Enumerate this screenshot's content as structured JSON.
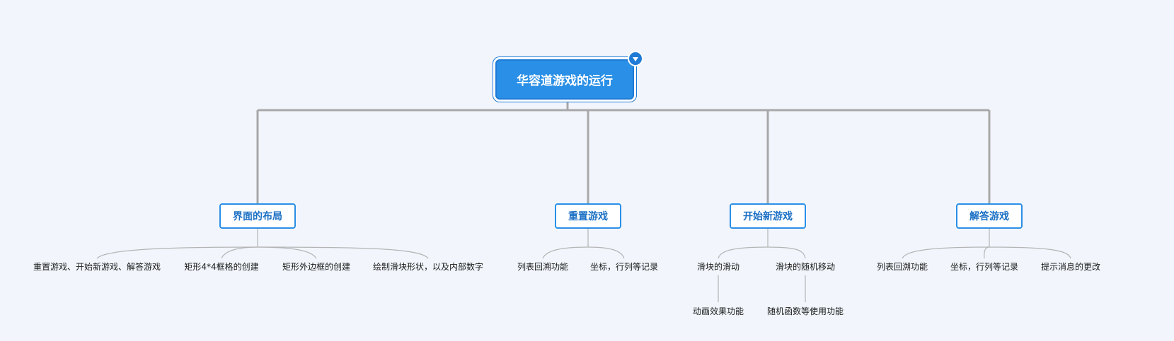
{
  "root": {
    "label": "华容道游戏的运行"
  },
  "branches": [
    {
      "label": "界面的布局",
      "children": [
        {
          "label": "重置游戏、开始新游戏、解答游戏"
        },
        {
          "label": "矩形4*4框格的创建"
        },
        {
          "label": "矩形外边框的创建"
        },
        {
          "label": "绘制滑块形状，以及内部数字"
        }
      ]
    },
    {
      "label": "重置游戏",
      "children": [
        {
          "label": "列表回溯功能"
        },
        {
          "label": "坐标，行列等记录"
        }
      ]
    },
    {
      "label": "开始新游戏",
      "children": [
        {
          "label": "滑块的滑动",
          "children": [
            {
              "label": "动画效果功能"
            }
          ]
        },
        {
          "label": "滑块的随机移动",
          "children": [
            {
              "label": "随机函数等使用功能"
            }
          ]
        }
      ]
    },
    {
      "label": "解答游戏",
      "children": [
        {
          "label": "列表回溯功能"
        },
        {
          "label": "坐标，行列等记录"
        },
        {
          "label": "提示消息的更改"
        }
      ]
    }
  ],
  "colors": {
    "accent": "#2a8fe6",
    "connector": "#a8a8a8",
    "background": "#f2f6fc"
  }
}
